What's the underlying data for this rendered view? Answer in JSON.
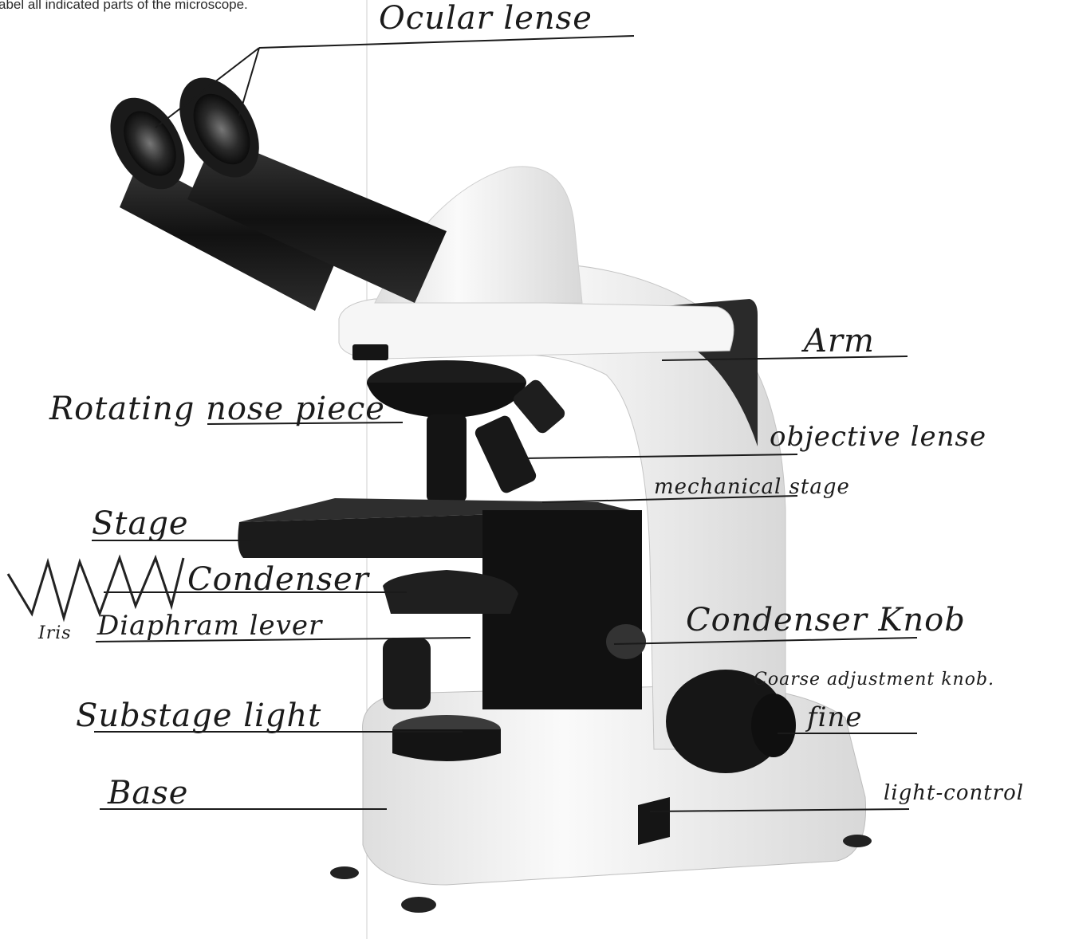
{
  "instruction": "abel all indicated parts of the microscope.",
  "labels": {
    "ocular": "Ocular lense",
    "arm": "Arm",
    "nosepiece": "Rotating nose piece",
    "objective": "objective lense",
    "mech_stage": "mechanical stage",
    "stage": "Stage",
    "condenser": "Condenser",
    "iris_prefix": "Iris",
    "iris": "Diaphram lever",
    "condenser_knob": "Condenser Knob",
    "coarse": "Coarse adjustment knob.",
    "fine": "fine",
    "light": "Substage light",
    "light_control": "light-control",
    "base": "Base"
  },
  "colors": {
    "body": "#f4f4f2",
    "dark": "#1e1e1e",
    "ink": "#1b1b1b"
  }
}
